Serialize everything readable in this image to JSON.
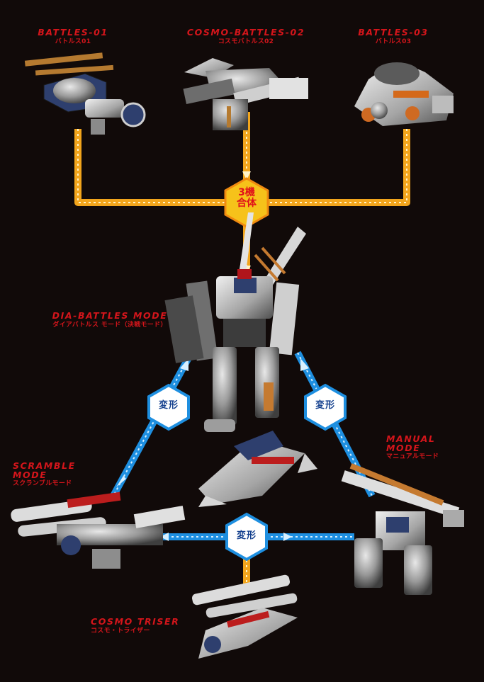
{
  "labels": {
    "battles01": {
      "en": "BATTLES-01",
      "jp": "バトルス01"
    },
    "cosmo_battles02": {
      "en": "COSMO-BATTLES-02",
      "jp": "コスモバトルス02"
    },
    "battles03": {
      "en": "BATTLES-03",
      "jp": "バトルス03"
    },
    "dia_battles": {
      "en": "DIA-BATTLES MODE",
      "jp": "ダイアバトルス モード（決戦モード）"
    },
    "scramble": {
      "en_line1": "SCRAMBLE",
      "en_line2": "MODE",
      "jp": "スクランブルモード"
    },
    "manual": {
      "en_line1": "MANUAL",
      "en_line2": "MODE",
      "jp": "マニュアルモード"
    },
    "cosmo_triser": {
      "en": "COSMO TRISER",
      "jp": "コスモ・トライザー"
    }
  },
  "badges": {
    "combine": {
      "line1": "3機",
      "line2": "合体"
    },
    "transform_left": "変形",
    "transform_right": "変形",
    "transform_bottom": "変形"
  },
  "colors": {
    "background": "#110a09",
    "label_red": "#d4151b",
    "combine_orange": "#f2a51c",
    "transform_blue": "#1e8fe0"
  }
}
